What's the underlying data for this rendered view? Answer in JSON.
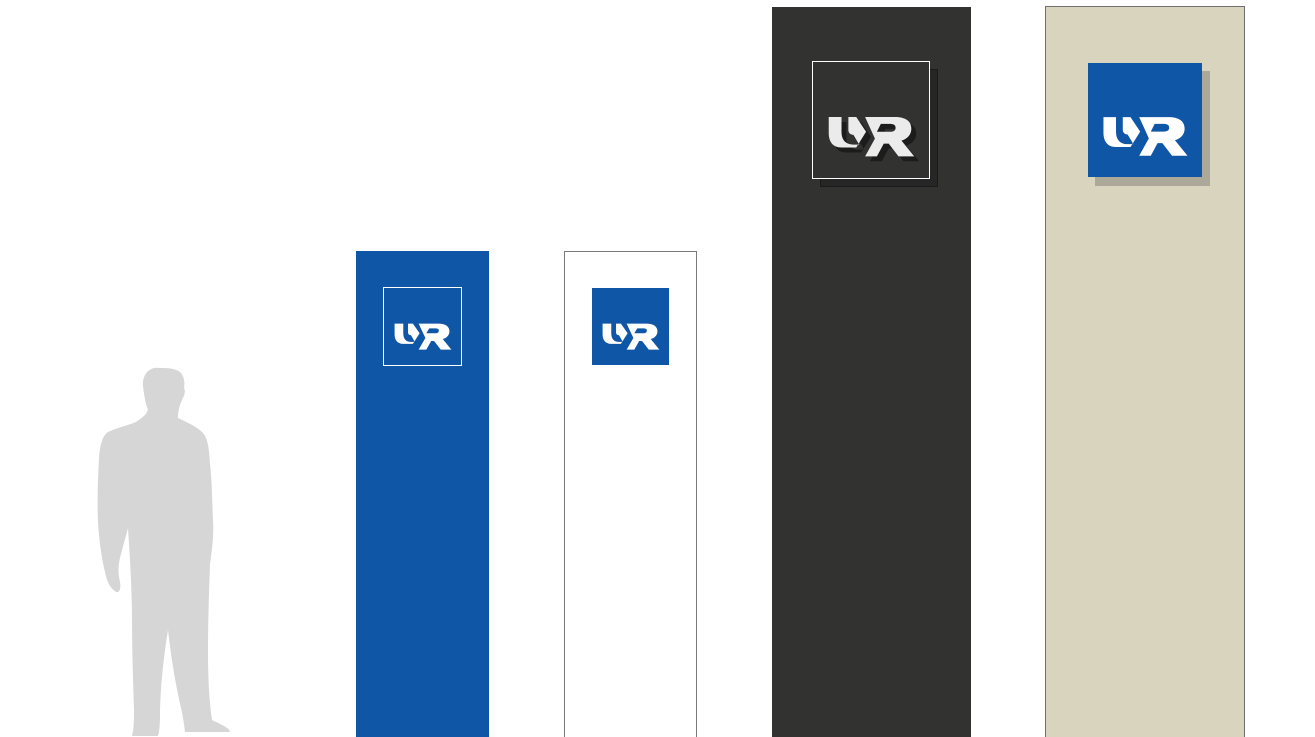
{
  "scene": {
    "description_alt": "",
    "colors": {
      "brand_blue": "#0f57a6",
      "dark_pylon": "#323231",
      "beige_pylon": "#d8d4be",
      "person_silhouette": "#d6d6d6",
      "white": "#ffffff"
    },
    "pylons": [
      {
        "style": "blue pylon with white outlined logo",
        "logo_text": "UR"
      },
      {
        "style": "white pylon with blue filled logo",
        "logo_text": "UR"
      },
      {
        "style": "dark pylon with white outlined logo",
        "logo_text": "UR"
      },
      {
        "style": "beige pylon with blue filled logo",
        "logo_text": "UR"
      }
    ],
    "icons": [
      "person-silhouette-icon",
      "ur-logo-icon"
    ]
  }
}
